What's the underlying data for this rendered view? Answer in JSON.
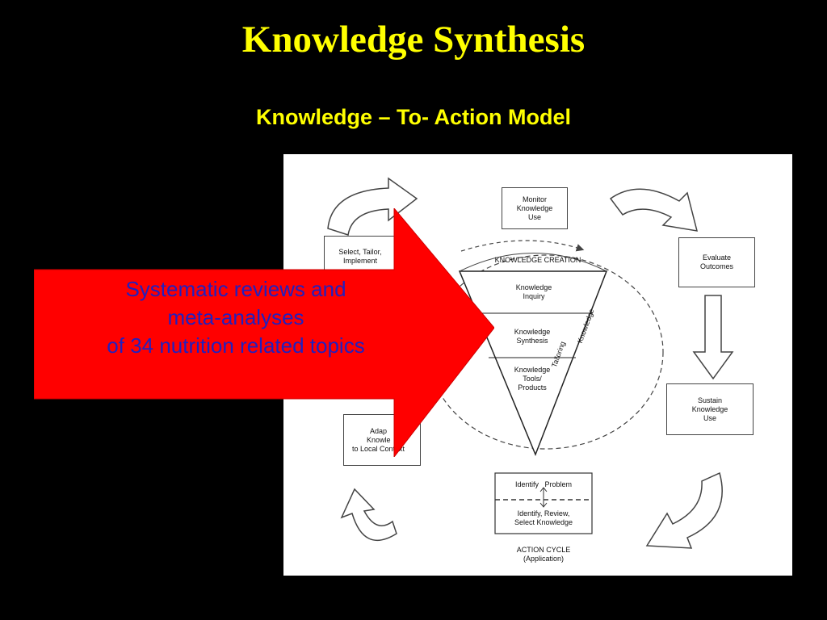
{
  "slide": {
    "title": "Knowledge Synthesis",
    "subtitle": "Knowledge – To- Action Model",
    "colors": {
      "background": "#000000",
      "title": "#ffff00",
      "arrow_fill": "#ff0000",
      "arrow_text": "#2020c0"
    }
  },
  "callout": {
    "lines": [
      "Systematic reviews and",
      "meta-analyses",
      "of 34 nutrition related topics"
    ]
  },
  "diagram": {
    "monitor": [
      "Monitor",
      "Knowledge",
      "Use"
    ],
    "evaluate": [
      "Evaluate",
      "Outcomes"
    ],
    "sustain": [
      "Sustain",
      "Knowledge",
      "Use"
    ],
    "select": [
      "Select, Tailor,",
      "Implement"
    ],
    "adapt": [
      "Adap",
      "Knowle",
      "to Local Co",
      "ntext"
    ],
    "knowledge_creation": "KNOWLEDGE CREATION",
    "inquiry": [
      "Knowledge",
      "Inquiry"
    ],
    "synthesis": [
      "Knowledge",
      "Synthesis"
    ],
    "tools": [
      "Knowledge",
      "Tools/",
      "Products"
    ],
    "tailoring": "Tailoring",
    "knowledge_side": "Knowledge",
    "identify_problem": "Identify   Problem",
    "identify_review": [
      "Identify, Review,",
      "Select Knowledge"
    ],
    "action_cycle": [
      "ACTION CYCLE",
      "(Application)"
    ]
  }
}
